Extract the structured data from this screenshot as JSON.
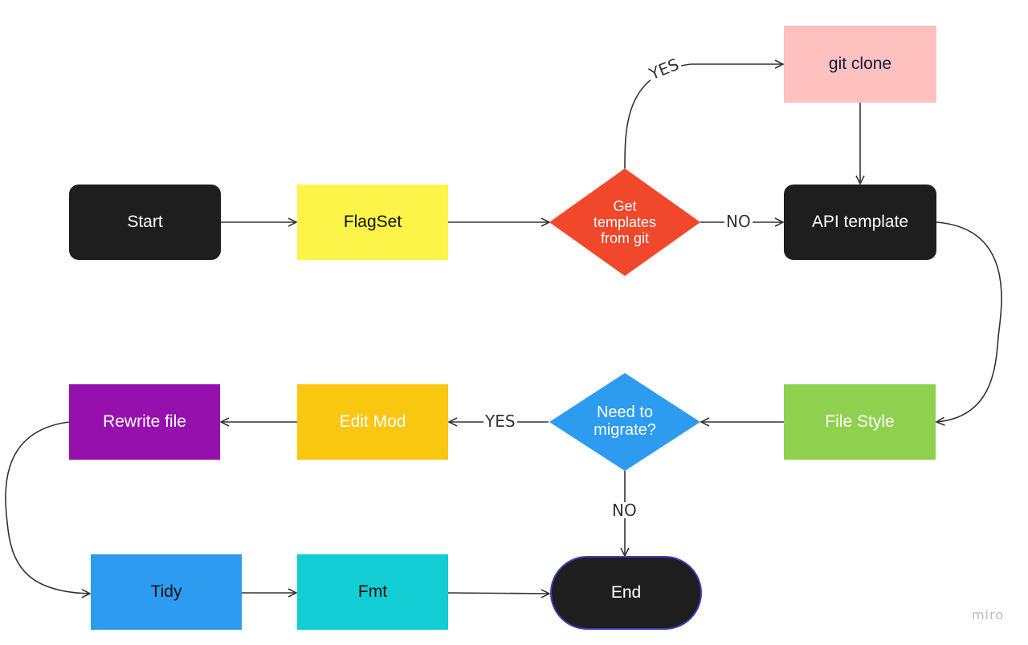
{
  "nodes": {
    "start": "Start",
    "flagset": "FlagSet",
    "decision_git": [
      "Get",
      "templates",
      "from git"
    ],
    "git_clone": "git clone",
    "api_template": "API template",
    "file_style": "File Style",
    "decision_migrate": [
      "Need to",
      "migrate?"
    ],
    "edit_mod": "Edit Mod",
    "rewrite_file": "Rewrite file",
    "tidy": "Tidy",
    "fmt": "Fmt",
    "end": "End"
  },
  "edge_labels": {
    "git_yes": "YES",
    "git_no": "NO",
    "migrate_yes": "YES",
    "migrate_no": "NO"
  },
  "colors": {
    "black": "#1e1e1e",
    "yellow": "#fdf44a",
    "red_orange": "#f1472a",
    "pink": "#ffc0c0",
    "green": "#8fd14f",
    "blue": "#2d9bf0",
    "amber": "#fac710",
    "purple": "#9510ac",
    "teal": "#12cdd4",
    "end_border": "#3f3fbf"
  },
  "watermark": "miro"
}
